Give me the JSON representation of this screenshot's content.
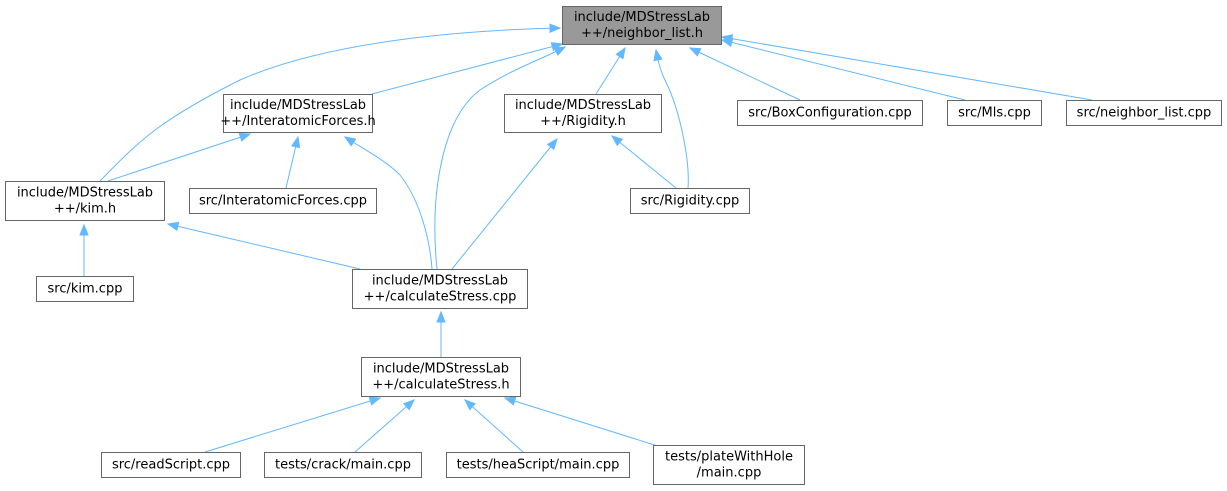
{
  "diagram": {
    "type": "include-dependency-graph",
    "edge_color": "#63b8ff",
    "root_fill": "#999999",
    "node_fill": "#ffffff",
    "node_border": "#666666",
    "nodes": [
      {
        "id": "neighbor_list_h",
        "lines": [
          "include/MDStressLab",
          "++/neighbor_list.h"
        ],
        "root": true
      },
      {
        "id": "interatomic_h",
        "lines": [
          "include/MDStressLab",
          "++/InteratomicForces.h"
        ]
      },
      {
        "id": "rigidity_h",
        "lines": [
          "include/MDStressLab",
          "++/Rigidity.h"
        ]
      },
      {
        "id": "boxconfig_cpp",
        "lines": [
          "src/BoxConfiguration.cpp"
        ]
      },
      {
        "id": "mls_cpp",
        "lines": [
          "src/Mls.cpp"
        ]
      },
      {
        "id": "neighbor_list_cpp",
        "lines": [
          "src/neighbor_list.cpp"
        ]
      },
      {
        "id": "kim_h",
        "lines": [
          "include/MDStressLab",
          "++/kim.h"
        ]
      },
      {
        "id": "interatomic_cpp",
        "lines": [
          "src/InteratomicForces.cpp"
        ]
      },
      {
        "id": "rigidity_cpp",
        "lines": [
          "src/Rigidity.cpp"
        ]
      },
      {
        "id": "kim_cpp",
        "lines": [
          "src/kim.cpp"
        ]
      },
      {
        "id": "calcstress_cpp",
        "lines": [
          "include/MDStressLab",
          "++/calculateStress.cpp"
        ]
      },
      {
        "id": "calcstress_h",
        "lines": [
          "include/MDStressLab",
          "++/calculateStress.h"
        ]
      },
      {
        "id": "readscript_cpp",
        "lines": [
          "src/readScript.cpp"
        ]
      },
      {
        "id": "crack_main",
        "lines": [
          "tests/crack/main.cpp"
        ]
      },
      {
        "id": "heascript_main",
        "lines": [
          "tests/heaScript/main.cpp"
        ]
      },
      {
        "id": "platehole_main",
        "lines": [
          "tests/plateWithHole",
          "/main.cpp"
        ]
      }
    ],
    "edges": [
      {
        "from": "kim_h",
        "to": "neighbor_list_h"
      },
      {
        "from": "interatomic_h",
        "to": "neighbor_list_h"
      },
      {
        "from": "calcstress_cpp",
        "to": "neighbor_list_h"
      },
      {
        "from": "rigidity_h",
        "to": "neighbor_list_h"
      },
      {
        "from": "rigidity_cpp",
        "to": "neighbor_list_h"
      },
      {
        "from": "boxconfig_cpp",
        "to": "neighbor_list_h"
      },
      {
        "from": "mls_cpp",
        "to": "neighbor_list_h"
      },
      {
        "from": "neighbor_list_cpp",
        "to": "neighbor_list_h"
      },
      {
        "from": "kim_h",
        "to": "interatomic_h"
      },
      {
        "from": "interatomic_cpp",
        "to": "interatomic_h"
      },
      {
        "from": "calcstress_cpp",
        "to": "interatomic_h"
      },
      {
        "from": "calcstress_cpp",
        "to": "rigidity_h"
      },
      {
        "from": "rigidity_cpp",
        "to": "rigidity_h"
      },
      {
        "from": "kim_cpp",
        "to": "kim_h"
      },
      {
        "from": "calcstress_cpp",
        "to": "kim_h"
      },
      {
        "from": "calcstress_h",
        "to": "calcstress_cpp"
      },
      {
        "from": "readscript_cpp",
        "to": "calcstress_h"
      },
      {
        "from": "crack_main",
        "to": "calcstress_h"
      },
      {
        "from": "heascript_main",
        "to": "calcstress_h"
      },
      {
        "from": "platehole_main",
        "to": "calcstress_h"
      }
    ]
  }
}
